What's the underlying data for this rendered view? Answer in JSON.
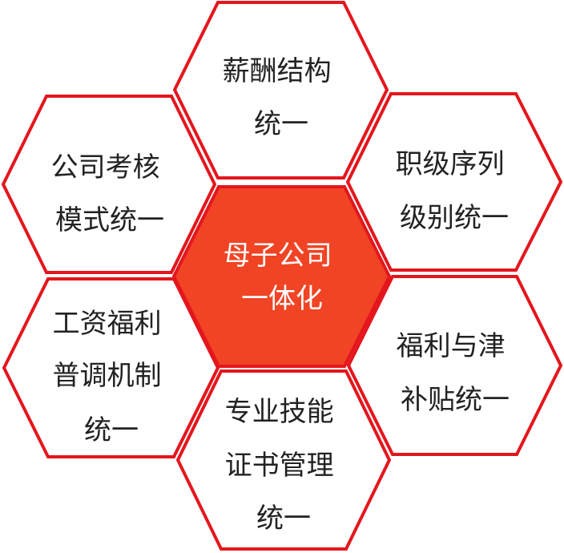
{
  "colors": {
    "outline": "#e4161d",
    "center_fill": "#f04424",
    "text_dark": "#222222",
    "text_light": "#ffffff"
  },
  "center": {
    "lines": [
      "母子公司",
      "一体化"
    ]
  },
  "hexes": [
    {
      "id": "top",
      "lines": [
        "薪酬结构",
        "统一"
      ]
    },
    {
      "id": "upper-left",
      "lines": [
        "公司考核",
        "模式统一"
      ]
    },
    {
      "id": "upper-right",
      "lines": [
        "职级序列",
        "级别统一"
      ]
    },
    {
      "id": "lower-left",
      "lines": [
        "工资福利",
        "普调机制",
        "统一"
      ]
    },
    {
      "id": "lower-right",
      "lines": [
        "福利与津",
        "补贴统一"
      ]
    },
    {
      "id": "bottom",
      "lines": [
        "专业技能",
        "证书管理",
        "统一"
      ]
    }
  ]
}
